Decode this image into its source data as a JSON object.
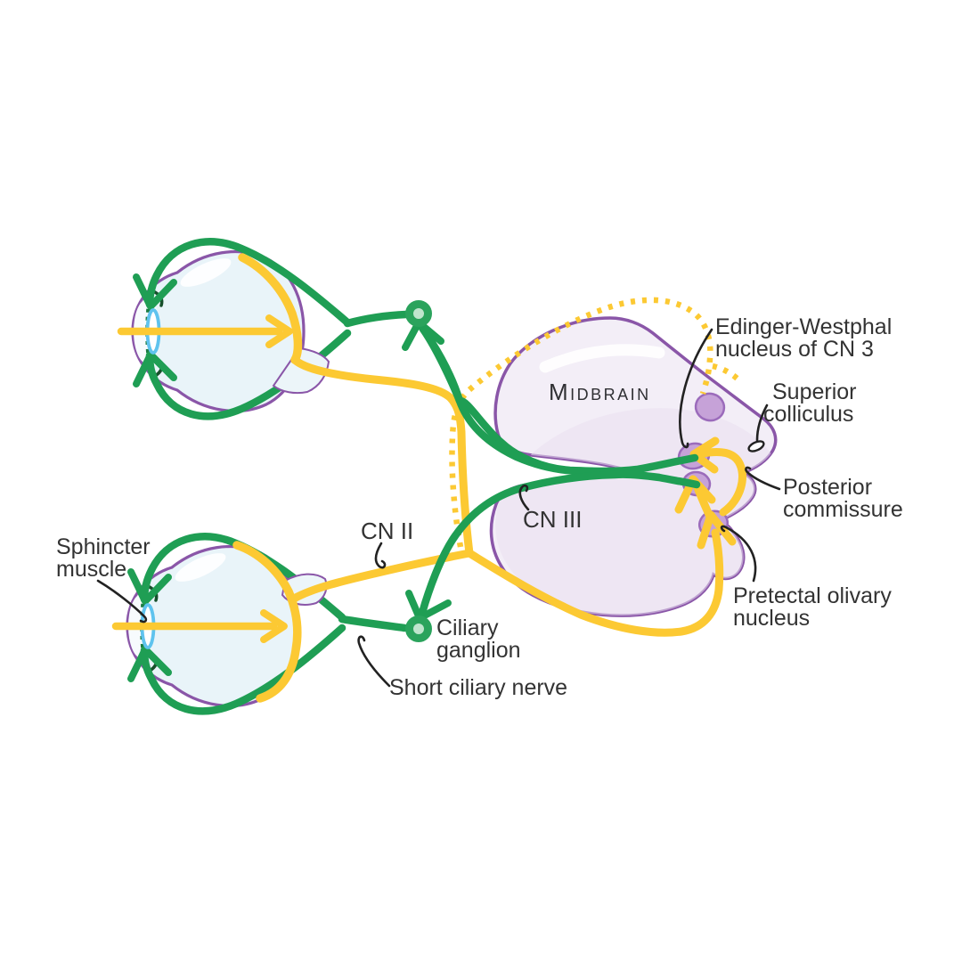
{
  "figure": {
    "type": "anatomy-pathway-diagram",
    "subject": "Pupillary light reflex pathway",
    "background": "#ffffff",
    "labels": {
      "midbrain": "Midbrain",
      "cn2": "CN II",
      "cn3": "CN III",
      "edinger_westphal": {
        "line1": "Edinger-Westphal",
        "line2": "nucleus of CN 3"
      },
      "superior_colliculus": {
        "line1": "Superior",
        "line2": "colliculus"
      },
      "posterior_commissure": {
        "line1": "Posterior",
        "line2": "commissure"
      },
      "pretectal": {
        "line1": "Pretectal olivary",
        "line2": "nucleus"
      },
      "sphincter": {
        "line1": "Sphincter",
        "line2": "muscle"
      },
      "ciliary_ganglion": {
        "line1": "Ciliary",
        "line2": "ganglion"
      },
      "short_ciliary_nerve": "Short ciliary nerve"
    },
    "colors": {
      "nerve_green": "#1f9e54",
      "nerve_green_dark": "#1c7c43",
      "nerve_green_tick": "#174f2b",
      "nerve_yellow": "#fcc933",
      "leader_black": "#222222",
      "purple_outline": "#8a56a8",
      "midbrain_fill": "#f3eef7",
      "nucleus_fill": "#c6a2d8",
      "nucleus_stroke": "#9b6bbb",
      "eye_fill": "#e9f4f9",
      "lens_blue": "#5fc3ee",
      "ganglion_fill": "#bfe5cd",
      "text": "#333333"
    }
  }
}
